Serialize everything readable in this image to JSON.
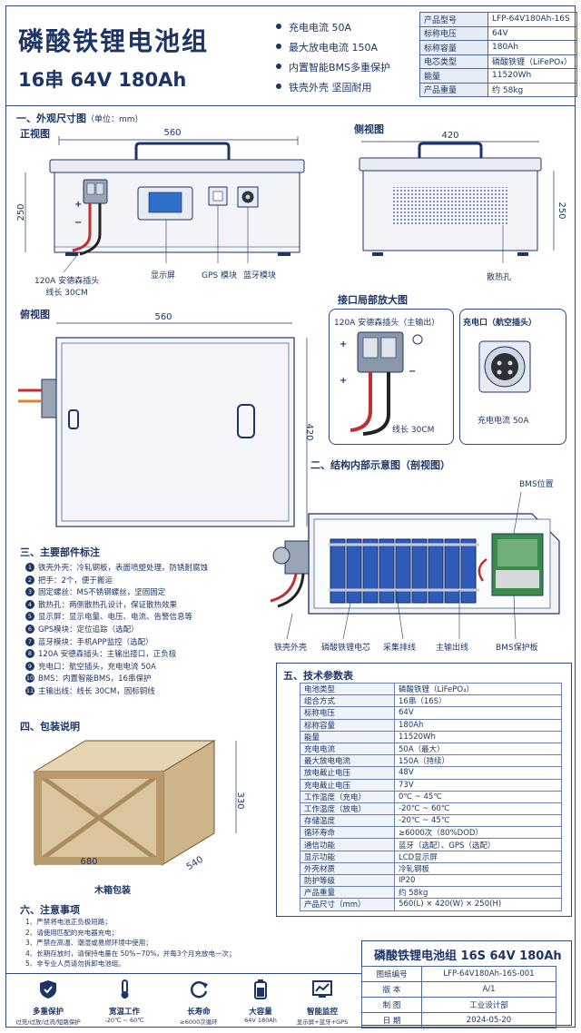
{
  "header": {
    "title": "磷酸铁锂电池组",
    "subtitle": "16串  64V  180Ah",
    "features": [
      "充电电流 50A",
      "最大放电电流 150A",
      "内置智能BMS多重保护",
      "铁壳外壳  坚固耐用"
    ]
  },
  "spec_table": [
    {
      "k": "产品型号",
      "v": "LFP-64V180Ah-16S"
    },
    {
      "k": "标称电压",
      "v": "64V"
    },
    {
      "k": "标称容量",
      "v": "180Ah"
    },
    {
      "k": "电芯类型",
      "v": "磷酸铁锂（LiFePO₄）"
    },
    {
      "k": "能量",
      "v": "11520Wh"
    },
    {
      "k": "产品重量",
      "v": "约 58kg"
    }
  ],
  "section1": {
    "title": "一、外观尺寸图",
    "unit": "（单位：mm）",
    "front_view": "正视图",
    "side_view": "侧视图",
    "top_view": "俯视图",
    "dim_560": "560",
    "dim_420": "420",
    "dim_250": "250",
    "plug_label_1": "120A 安德森插头",
    "plug_label_2": "线长 30CM",
    "display_label": "显示屏",
    "gps_label": "GPS 模块",
    "bt_label": "蓝牙模块",
    "vent_label": "散热孔",
    "plus": "+",
    "minus": "−"
  },
  "zoom": {
    "title": "接口局部放大图",
    "anderson_title": "120A 安德森插头（主输出）",
    "cable": "线长 30CM",
    "charge_title": "充电口（航空插头）",
    "charge_current": "充电电流 50A"
  },
  "section2": {
    "title": "二、结构内部示意图（剖视图）",
    "bms_pos": "BMS位置",
    "labels": [
      "铁壳外壳",
      "磷酸铁锂电芯",
      "采集排线",
      "主输出线",
      "BMS保护板"
    ]
  },
  "section3": {
    "title": "三、主要部件标注",
    "items": [
      "铁壳外壳：冷轧钢板，表面喷塑处理，防锈耐腐蚀",
      "把手：2个，便于搬运",
      "固定螺丝：MS不锈钢螺丝，坚固固定",
      "散热孔：两侧散热孔设计，保证散热效果",
      "显示屏：显示电量、电压、电流、告警信息等",
      "GPS模块：定位追踪（选配）",
      "蓝牙模块：手机APP监控（选配）",
      "120A 安德森插头：主输出接口，正负极",
      "充电口：航空插头，充电电流 50A",
      "BMS：内置智能BMS，16串保护",
      "主输出线：线长 30CM，固标铜线"
    ]
  },
  "section4": {
    "title": "四、包装说明",
    "caption": "木箱包装",
    "dim_680": "680",
    "dim_540": "540",
    "dim_330": "330"
  },
  "section5": {
    "title": "五、技术参数表",
    "rows": [
      {
        "k": "电池类型",
        "v": "磷酸铁锂（LiFePO₄）"
      },
      {
        "k": "组合方式",
        "v": "16串（16S）"
      },
      {
        "k": "标称电压",
        "v": "64V"
      },
      {
        "k": "标称容量",
        "v": "180Ah"
      },
      {
        "k": "能量",
        "v": "11520Wh"
      },
      {
        "k": "充电电流",
        "v": "50A（最大）"
      },
      {
        "k": "最大放电电流",
        "v": "150A（持续）"
      },
      {
        "k": "放电截止电压",
        "v": "48V"
      },
      {
        "k": "充电截止电压",
        "v": "73V"
      },
      {
        "k": "工作温度（充电）",
        "v": "0℃ ~ 45℃"
      },
      {
        "k": "工作温度（放电）",
        "v": "-20℃ ~ 60℃"
      },
      {
        "k": "存储温度",
        "v": "-20℃ ~ 45℃"
      },
      {
        "k": "循环寿命",
        "v": "≥6000次（80%DOD）"
      },
      {
        "k": "通信功能",
        "v": "蓝牙（选配）、GPS（选配）"
      },
      {
        "k": "显示功能",
        "v": "LCD显示屏"
      },
      {
        "k": "外壳材质",
        "v": "冷轧钢板"
      },
      {
        "k": "防护等级",
        "v": "IP20"
      },
      {
        "k": "产品重量",
        "v": "约 58kg"
      },
      {
        "k": "产品尺寸（mm）",
        "v": "560(L) × 420(W) × 250(H)"
      }
    ]
  },
  "section6": {
    "title": "六、注意事项",
    "notes": [
      "1、严禁将电池正负极短路；",
      "2、请使用匹配的充电器充电；",
      "3、严禁在高温、潮湿或易燃环境中使用；",
      "4、长期存放时，请保持电量在 50%~70%，并每3个月充放电一次；",
      "5、非专业人员请勿拆卸电池组。"
    ]
  },
  "icons": [
    {
      "icon": "shield-icon",
      "t": "多重保护",
      "s": "过充/过放/过流/短路保护"
    },
    {
      "icon": "thermometer-icon",
      "t": "宽温工作",
      "s": "-20℃ ~ 60℃"
    },
    {
      "icon": "cycle-icon",
      "t": "长寿命",
      "s": "≥6000次循环"
    },
    {
      "icon": "battery-icon",
      "t": "大容量",
      "s": "64V  180Ah"
    },
    {
      "icon": "monitor-icon",
      "t": "智能监控",
      "s": "显示屏+蓝牙+GPS"
    }
  ],
  "title_block": {
    "title": "磷酸铁锂电池组  16S  64V  180Ah",
    "rows": [
      {
        "k": "图纸编号",
        "v": "LFP-64V180Ah-16S-001"
      },
      {
        "k": "版    本",
        "v": "A/1"
      },
      {
        "k": "制    图",
        "v": "工业设计部"
      },
      {
        "k": "日    期",
        "v": "2024-05-20"
      }
    ]
  },
  "colors": {
    "primary": "#1c3566",
    "line": "#2b4a80",
    "cell": "#2f5bb8",
    "wood": "#d9c4a0"
  }
}
